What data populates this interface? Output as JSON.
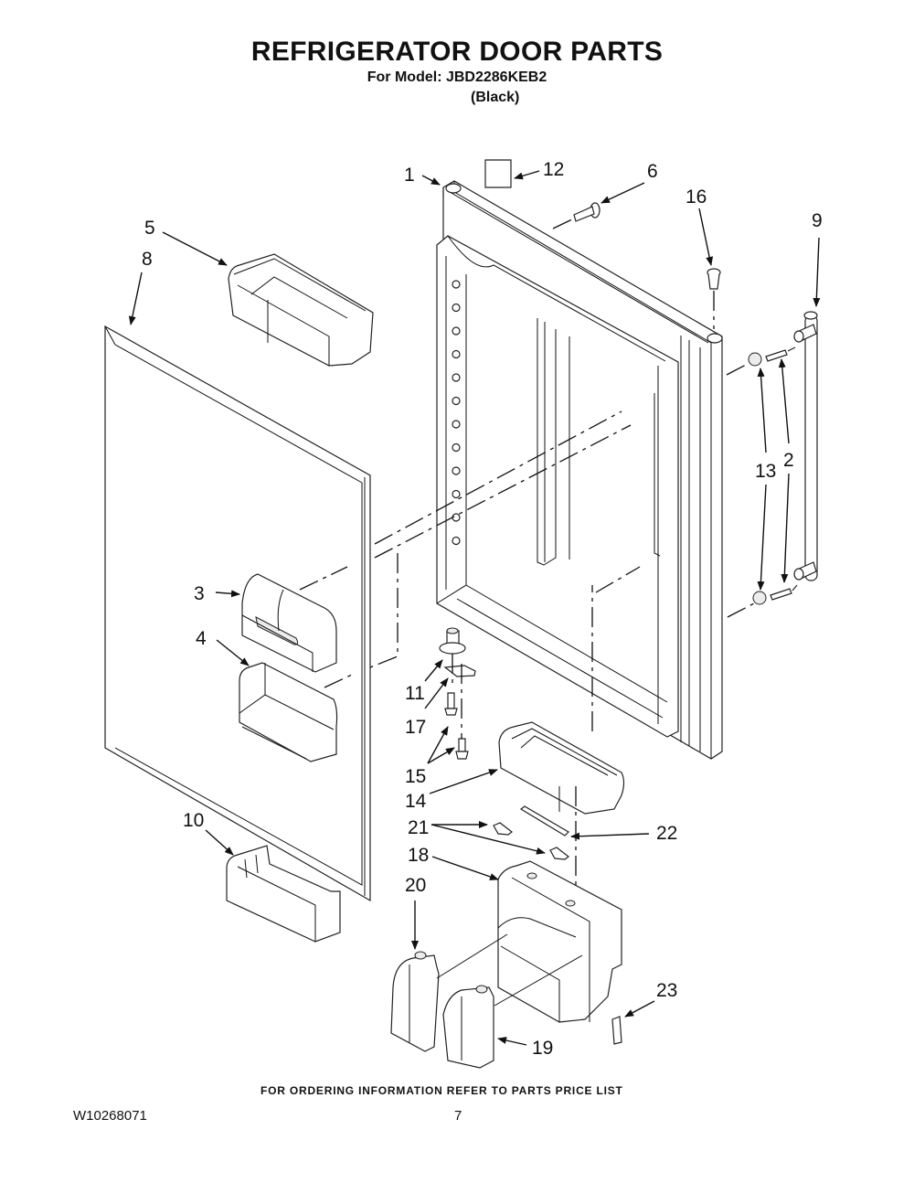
{
  "header": {
    "title": "REFRIGERATOR DOOR PARTS",
    "model_line": "For Model: JBD2286KEB2",
    "variant": "(Black)"
  },
  "footer": {
    "ordering_note": "FOR ORDERING INFORMATION REFER TO PARTS PRICE LIST",
    "document_id": "W10268071",
    "page_number": "7"
  },
  "callouts": [
    {
      "id": "1",
      "part": "door-outer-panel"
    },
    {
      "id": "2",
      "part": "handle-screw"
    },
    {
      "id": "3",
      "part": "dairy-door"
    },
    {
      "id": "4",
      "part": "dairy-bin"
    },
    {
      "id": "5",
      "part": "upper-door-bin"
    },
    {
      "id": "6",
      "part": "hinge-pin"
    },
    {
      "id": "8",
      "part": "door-gasket"
    },
    {
      "id": "9",
      "part": "door-handle"
    },
    {
      "id": "10",
      "part": "lower-door-bin"
    },
    {
      "id": "11",
      "part": "door-closer-cam"
    },
    {
      "id": "12",
      "part": "label"
    },
    {
      "id": "13",
      "part": "handle-mount-stud"
    },
    {
      "id": "14",
      "part": "middle-door-bin"
    },
    {
      "id": "15",
      "part": "screw"
    },
    {
      "id": "16",
      "part": "hinge-bushing"
    },
    {
      "id": "17",
      "part": "bracket"
    },
    {
      "id": "18",
      "part": "dispenser-bin-housing"
    },
    {
      "id": "19",
      "part": "right-bin-cover"
    },
    {
      "id": "20",
      "part": "left-bin-cover"
    },
    {
      "id": "21",
      "part": "pivot-clip"
    },
    {
      "id": "22",
      "part": "link-rod"
    },
    {
      "id": "23",
      "part": "clip"
    }
  ]
}
